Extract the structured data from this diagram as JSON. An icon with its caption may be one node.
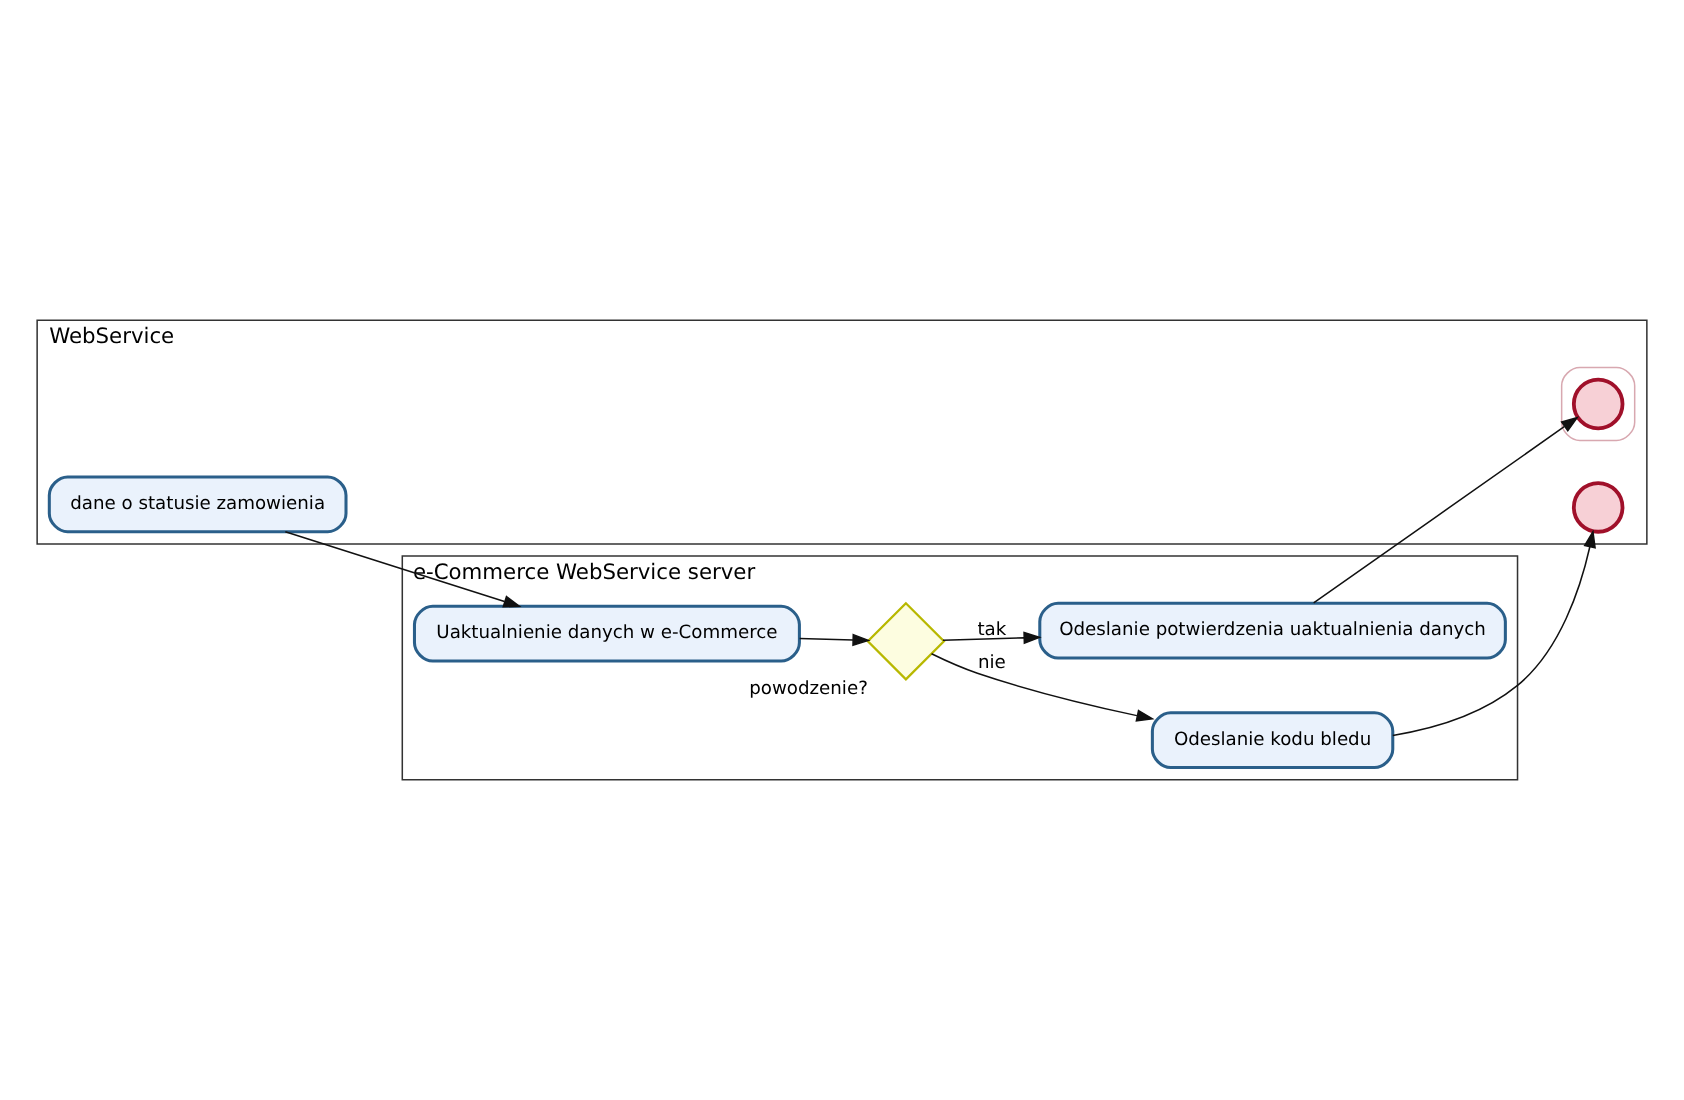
{
  "diagram": {
    "nodes": [
      {
        "text": [
          "WebService"
        ]
      },
      {
        "text": [
          "e-Commerce WebService server"
        ]
      },
      {
        "text": [
          "dane o statusie zamowienia"
        ],
        "in": 0
      },
      {
        "text": [],
        "shape": "circle",
        "in": 0
      },
      {
        "text": [],
        "shape": "box",
        "in": 0
      },
      {
        "text": [],
        "shape": "circle",
        "in": 4
      },
      {
        "text": [
          "Uaktualnienie danych w e-Commerce"
        ],
        "in": 1
      },
      {
        "text": [],
        "shape": "diamond",
        "beside": [
          "powodzenie?"
        ],
        "in": 1
      },
      {
        "text": [
          "Odeslanie potwierdzenia uaktualnienia danych"
        ],
        "in": 1
      },
      {
        "text": [
          "Odeslanie kodu bledu"
        ],
        "in": 1
      }
    ],
    "edges": [
      {
        "from": 2,
        "to": 6,
        "arrow": "to"
      },
      {
        "from": 6,
        "to": 7,
        "arrow": "to"
      },
      {
        "from": 7,
        "to": 8,
        "arrow": "to",
        "label": "tak"
      },
      {
        "from": 7,
        "to": 9,
        "arrow": "to",
        "label": "nie"
      },
      {
        "from": 9,
        "to": 3,
        "arrow": "to"
      },
      {
        "from": 8,
        "to": 5,
        "arrow": "to"
      }
    ]
  }
}
